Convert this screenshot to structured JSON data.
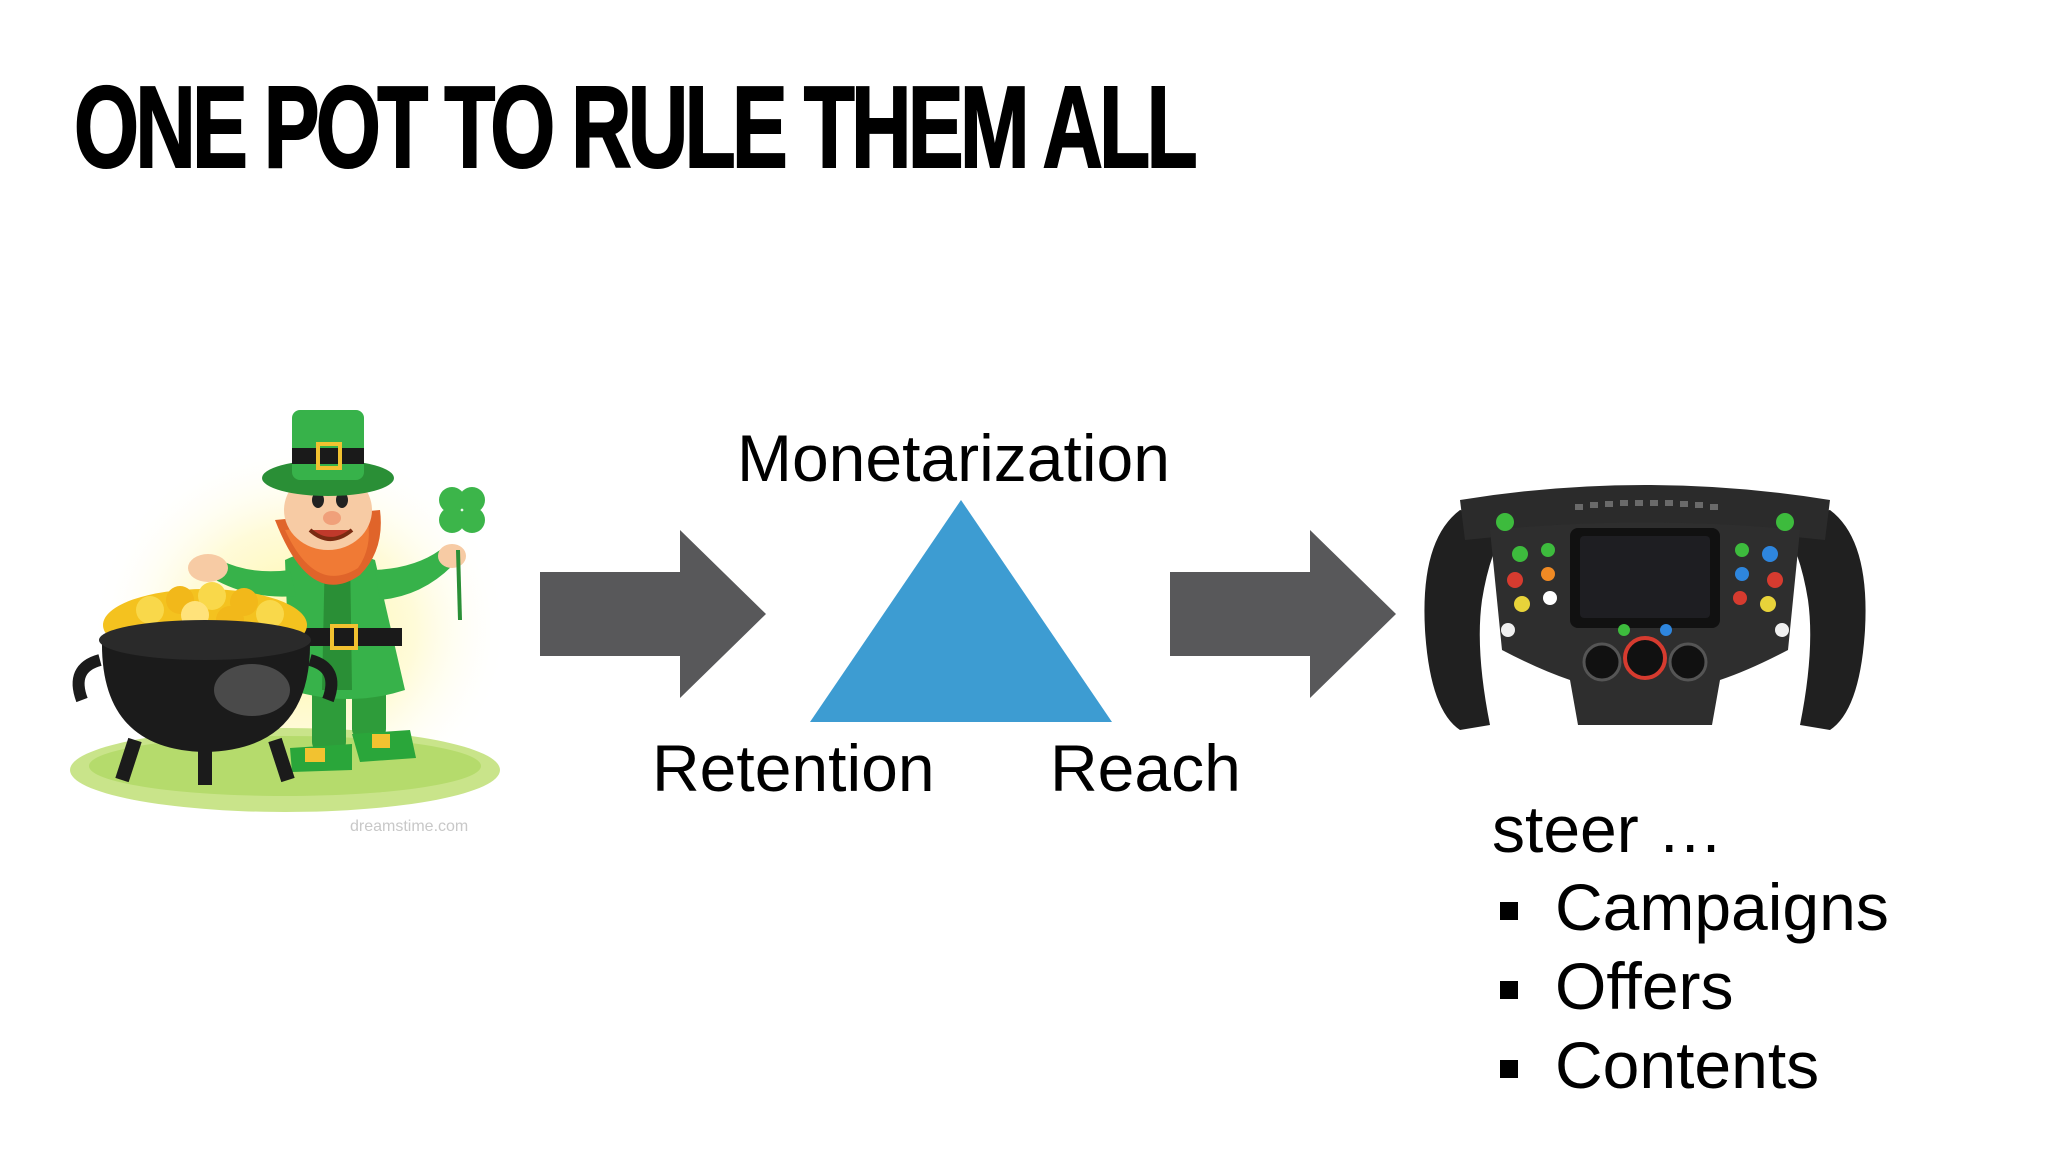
{
  "slide": {
    "title": "ONE POT TO RULE THEM ALL"
  },
  "images": {
    "left": {
      "icon": "leprechaun-pot-of-gold-icon",
      "watermark": "dreamstime.com"
    },
    "right": {
      "icon": "steering-wheel-icon"
    }
  },
  "flow": {
    "arrow_color": "#58585a",
    "triangle_color": "#3d9cd2"
  },
  "triangle_labels": {
    "top": "Monetarization",
    "bottom_left": "Retention",
    "bottom_right": "Reach"
  },
  "steer": {
    "heading": "steer …",
    "items": [
      "Campaigns",
      "Offers",
      "Contents"
    ]
  }
}
